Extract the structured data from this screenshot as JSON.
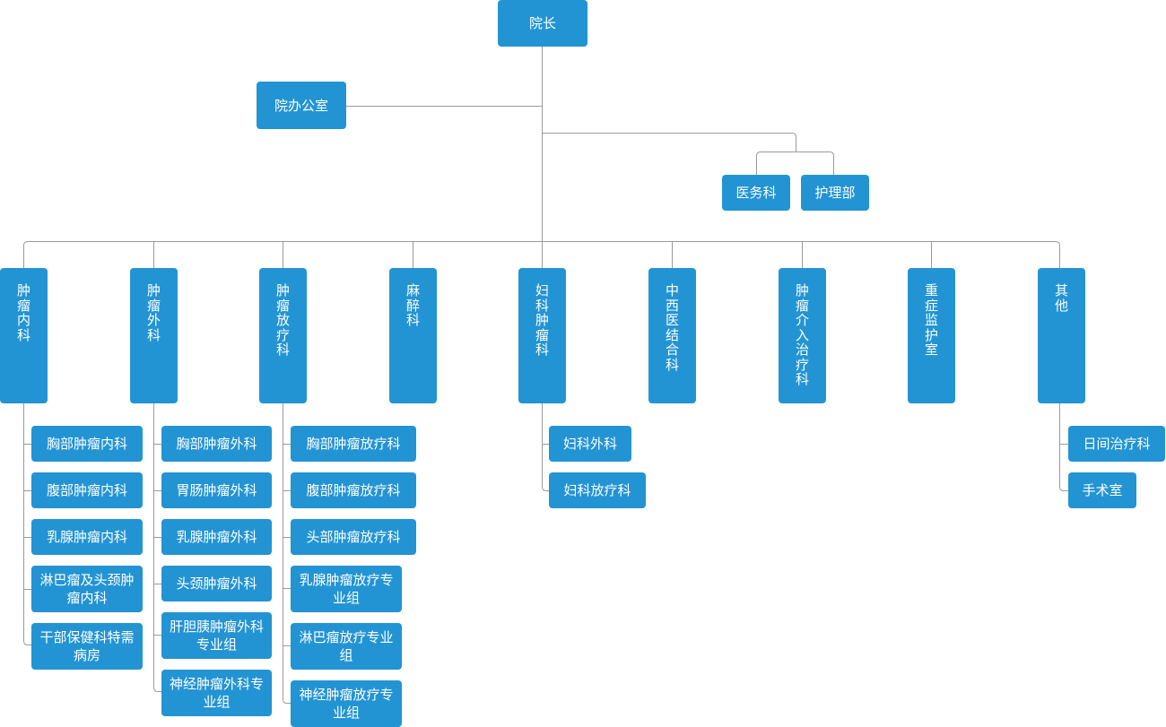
{
  "chart": {
    "root": "院长",
    "office": "院办公室",
    "admin": [
      "医务科",
      "护理部"
    ],
    "departments": [
      {
        "name": "肿瘤内科",
        "units": [
          "胸部肿瘤内科",
          "腹部肿瘤内科",
          "乳腺肿瘤内科",
          "淋巴瘤及头颈肿瘤内科",
          "干部保健科特需病房"
        ]
      },
      {
        "name": "肿瘤外科",
        "units": [
          "胸部肿瘤外科",
          "胃肠肿瘤外科",
          "乳腺肿瘤外科",
          "头颈肿瘤外科",
          "肝胆胰肿瘤外科专业组",
          "神经肿瘤外科专业组"
        ]
      },
      {
        "name": "肿瘤放疗科",
        "units": [
          "胸部肿瘤放疗科",
          "腹部肿瘤放疗科",
          "头部肿瘤放疗科",
          "乳腺肿瘤放疗专业组",
          "淋巴瘤放疗专业组",
          "神经肿瘤放疗专业组"
        ]
      },
      {
        "name": "麻醉科",
        "units": []
      },
      {
        "name": "妇科肿瘤科",
        "units": [
          "妇科外科",
          "妇科放疗科"
        ]
      },
      {
        "name": "中西医结合科",
        "units": []
      },
      {
        "name": "肿瘤介入治疗科",
        "units": []
      },
      {
        "name": "重症监护室",
        "units": []
      },
      {
        "name": "其他",
        "units": [
          "日间治疗科",
          "手术室"
        ]
      }
    ]
  }
}
